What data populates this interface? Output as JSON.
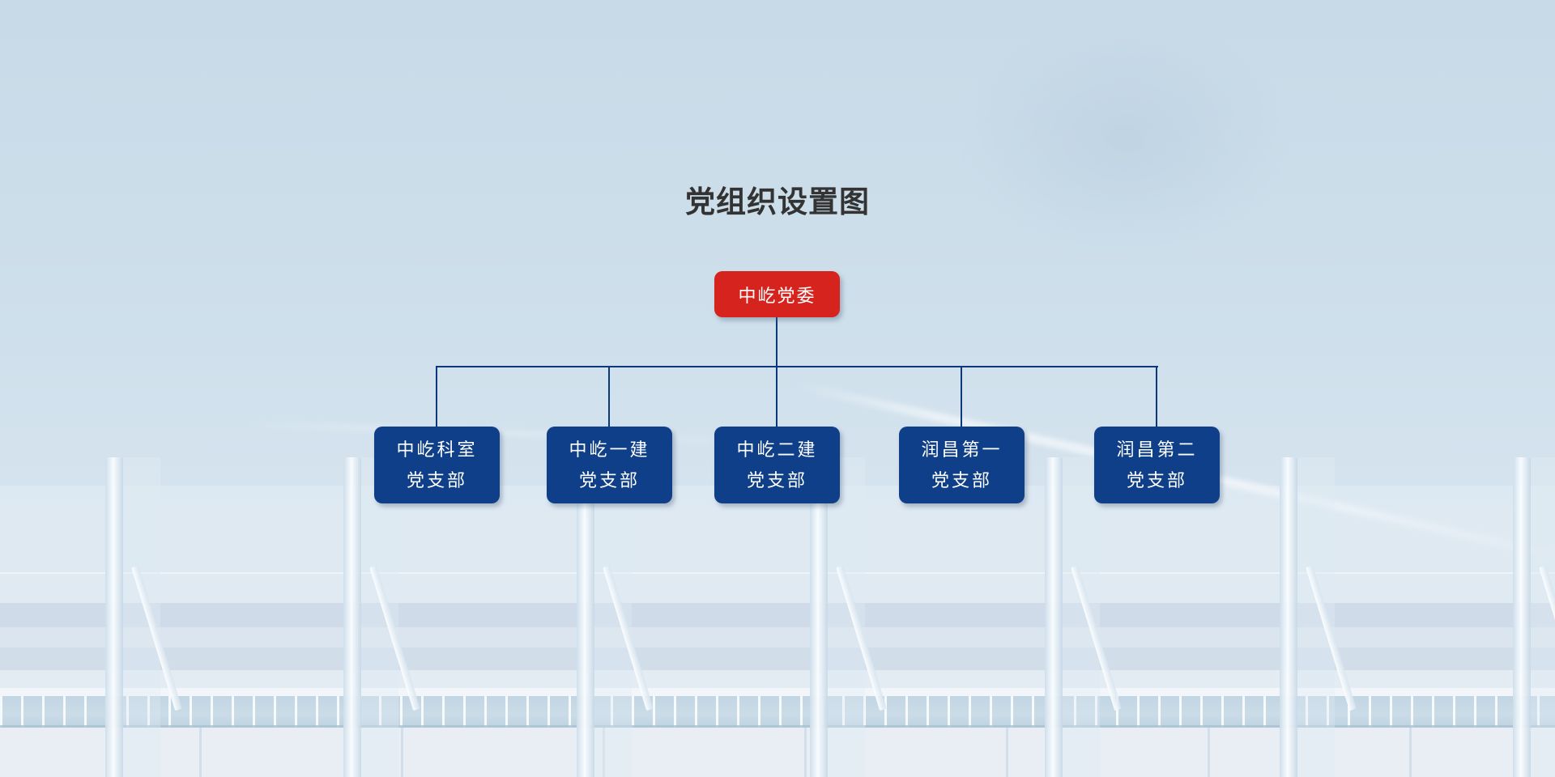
{
  "page": {
    "title": "党组织设置图"
  },
  "org_chart": {
    "root": {
      "label": "中屹党委"
    },
    "children": [
      {
        "line1": "中屹科室",
        "line2": "党支部"
      },
      {
        "line1": "中屹一建",
        "line2": "党支部"
      },
      {
        "line1": "中屹二建",
        "line2": "党支部"
      },
      {
        "line1": "润昌第一",
        "line2": "党支部"
      },
      {
        "line1": "润昌第二",
        "line2": "党支部"
      }
    ]
  },
  "colors": {
    "root_bg": "#d6231e",
    "child_bg": "#0e3f88",
    "line_color": "#0a3a7c",
    "title_color": "#333333"
  }
}
